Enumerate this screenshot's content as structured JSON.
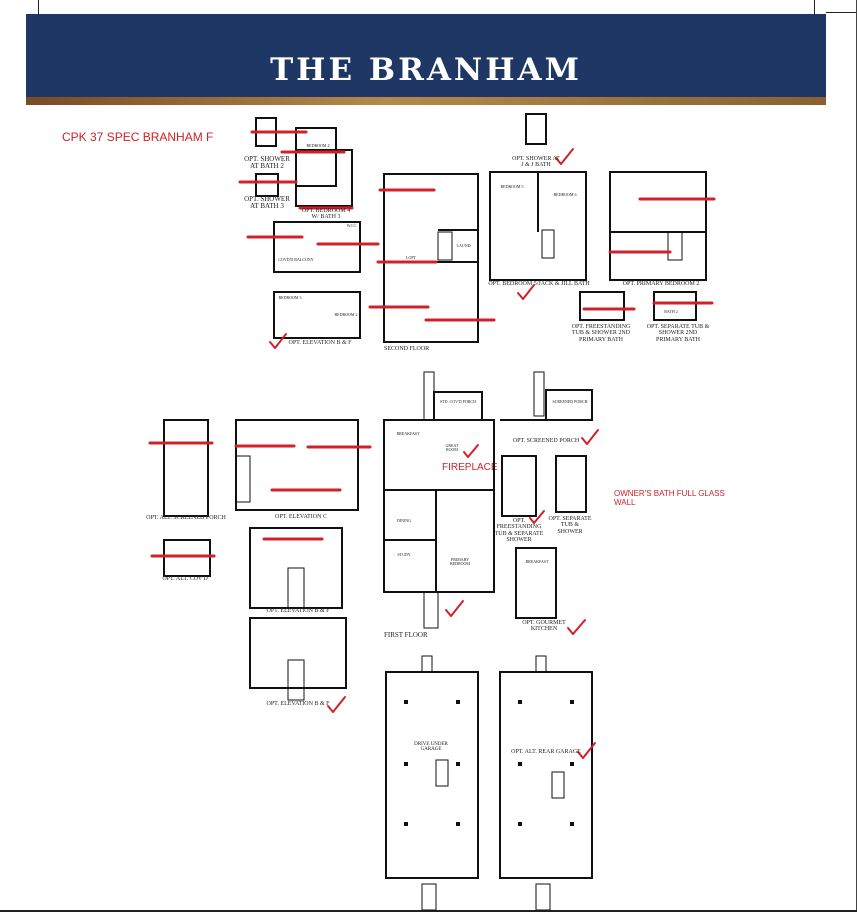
{
  "header": {
    "title": "THE BRANHAM",
    "bg_color": "#1e3764",
    "band_color": "#a07a3e"
  },
  "annotations": {
    "spec_title": "CPK 37 SPEC BRANHAM F",
    "fireplace": "FIREPLACE",
    "owners_bath": "OWNER'S BATH FULL GLASS WALL",
    "markup_color": "#d0202a"
  },
  "second_floor": {
    "opt_shower_bath2": "OPT. SHOWER AT BATH 2",
    "opt_shower_bath3": "OPT. SHOWER AT BATH 3",
    "opt_bedroom4_bath3": "OPT. BEDROOM 4 W/ BATH 3",
    "opt_elevation_bf": "OPT. ELEVATION B & F",
    "second_floor_label": "SECOND FLOOR",
    "opt_shower_jj": "OPT. SHOWER AT J & J BATH",
    "opt_bedroom5_jj": "OPT. BEDROOM 5/JACK & JILL BATH",
    "opt_primary2": "OPT. PRIMARY BEDROOM 2",
    "opt_freestanding_tub": "OPT. FREESTANDING TUB & SHOWER 2ND PRIMARY BATH",
    "opt_separate_tub": "OPT. SEPARATE TUB & SHOWER 2ND PRIMARY BATH",
    "rooms": {
      "bedroom4": "BEDROOM 4",
      "bedroom3": "BEDROOM 3",
      "bedroom2": "BEDROOM 2",
      "bedroom5": "BEDROOM 5",
      "bedroom6": "BEDROOM 6",
      "loft": "LOFT",
      "laund": "LAUND.",
      "wic": "W.I.C.",
      "bath2": "BATH 2",
      "covd_balcony": "COVD'D BALCONY"
    }
  },
  "first_floor": {
    "opt_alt_screened_porch": "OPT. ALT. SCREENED PORCH",
    "opt_alt_covd": "OPT. ALT. COV'D",
    "opt_elevation_bf": "OPT. ELEVATION B & F",
    "opt_elevation_c": "OPT. ELEVATION C",
    "opt_screened_porch": "OPT. SCREENED PORCH",
    "opt_freestanding": "OPT. FREESTANDING TUB & SEPARATE SHOWER",
    "opt_separate": "OPT. SEPARATE TUB & SHOWER",
    "opt_gourmet": "OPT. GOURMET KITCHEN",
    "first_floor_label": "FIRST FLOOR",
    "rooms": {
      "breakfast": "BREAKFAST",
      "great_room": "GREAT ROOM",
      "dining": "DINING",
      "study": "STUDY",
      "primary_bedroom": "PRIMARY BEDROOM",
      "std_covd_porch": "STD. COV'D PORCH",
      "screened_porch": "SCREENED PORCH"
    }
  },
  "garage": {
    "drive_under": "DRIVE UNDER GARAGE",
    "opt_alt_rear": "OPT. ALT. REAR GARAGE"
  }
}
